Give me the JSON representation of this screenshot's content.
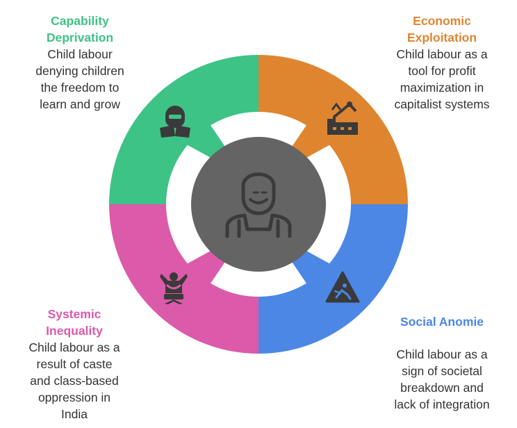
{
  "center": {
    "icon": "worker-person-icon"
  },
  "quadrants": [
    {
      "id": "capability",
      "title_lines": [
        "Capability",
        "Deprivation"
      ],
      "desc_lines": [
        "Child labour",
        "denying children",
        "the freedom to",
        "learn and grow"
      ],
      "color": "#3DC386",
      "icon": "child-reading-icon"
    },
    {
      "id": "economic",
      "title_lines": [
        "Economic",
        "Exploitation"
      ],
      "desc_lines": [
        "Child labour as a",
        "tool for profit",
        "maximization in",
        "capitalist systems"
      ],
      "color": "#DF8530",
      "icon": "factory-robot-arm-icon"
    },
    {
      "id": "social",
      "title_lines": [
        "Social Anomie"
      ],
      "desc_lines": [
        "Child labour as a",
        "sign of societal",
        "breakdown and",
        "lack of integration"
      ],
      "color": "#4C87E6",
      "icon": "warning-falling-person-icon"
    },
    {
      "id": "systemic",
      "title_lines": [
        "Systemic",
        "Inequality"
      ],
      "desc_lines": [
        "Child labour as a",
        "result of caste",
        "and class-based",
        "oppression in",
        "India"
      ],
      "color": "#DC5AAA",
      "icon": "oppressed-person-icon"
    }
  ],
  "center_color": "#646464",
  "icon_color": "#3A3A3A"
}
